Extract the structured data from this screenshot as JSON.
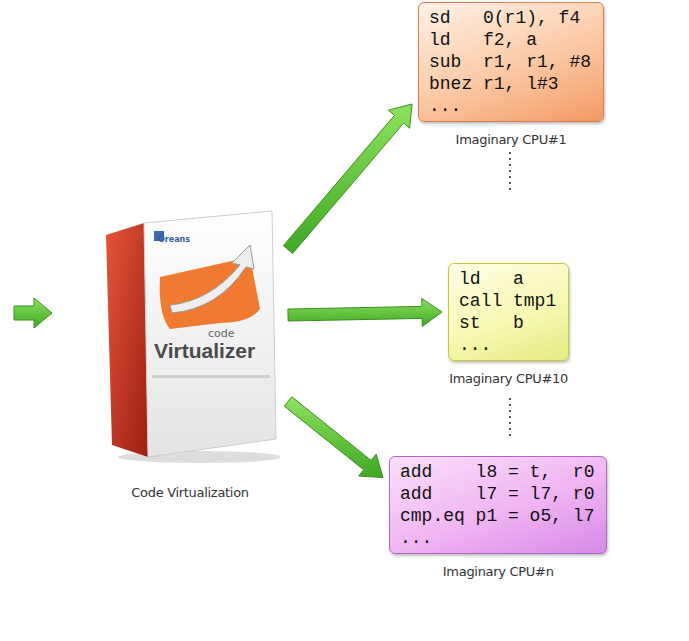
{
  "diagram": {
    "nodes": [
      {
        "text": [
          "Oreans",
          "code",
          "Virtualizer",
          "Code Virtualization"
        ]
      },
      {
        "text": [
          "sd   0(r1), f4",
          "ld   f2, a",
          "sub  r1, r1, #8",
          "bnez r1, l#3",
          "...",
          "Imaginary CPU#1"
        ]
      },
      {
        "text": [
          "ld   a",
          "call tmp1",
          "st   b",
          "...",
          "Imaginary CPU#10"
        ]
      },
      {
        "text": [
          "add    l8 = t,  r0",
          "add    l7 = l7, r0",
          "cmp.eq p1 = o5, l7",
          "...",
          "Imaginary CPU#n"
        ]
      }
    ],
    "edges": [
      {
        "from": 0,
        "to": 1,
        "arrow": "to"
      },
      {
        "from": 0,
        "to": 2,
        "arrow": "to"
      },
      {
        "from": 0,
        "to": 3,
        "arrow": "to"
      }
    ]
  }
}
